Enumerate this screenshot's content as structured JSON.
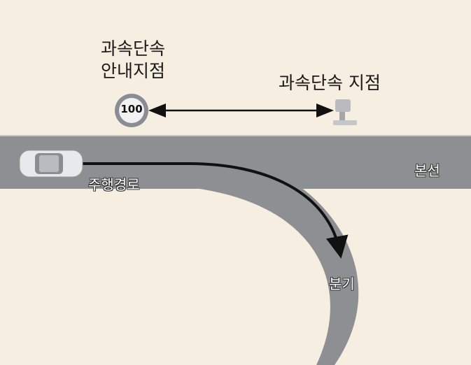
{
  "titles": {
    "guide_point_line1": "과속단속",
    "guide_point_line2": "안내지점",
    "enforcement_point": "과속단속 지점"
  },
  "sign": {
    "speed_limit": "100"
  },
  "road_labels": {
    "driving_route": "주행경로",
    "main_road": "본선",
    "branch": "분기"
  },
  "colors": {
    "background": "#f5eee1",
    "road": "#8e8f92",
    "route": "#111111"
  }
}
